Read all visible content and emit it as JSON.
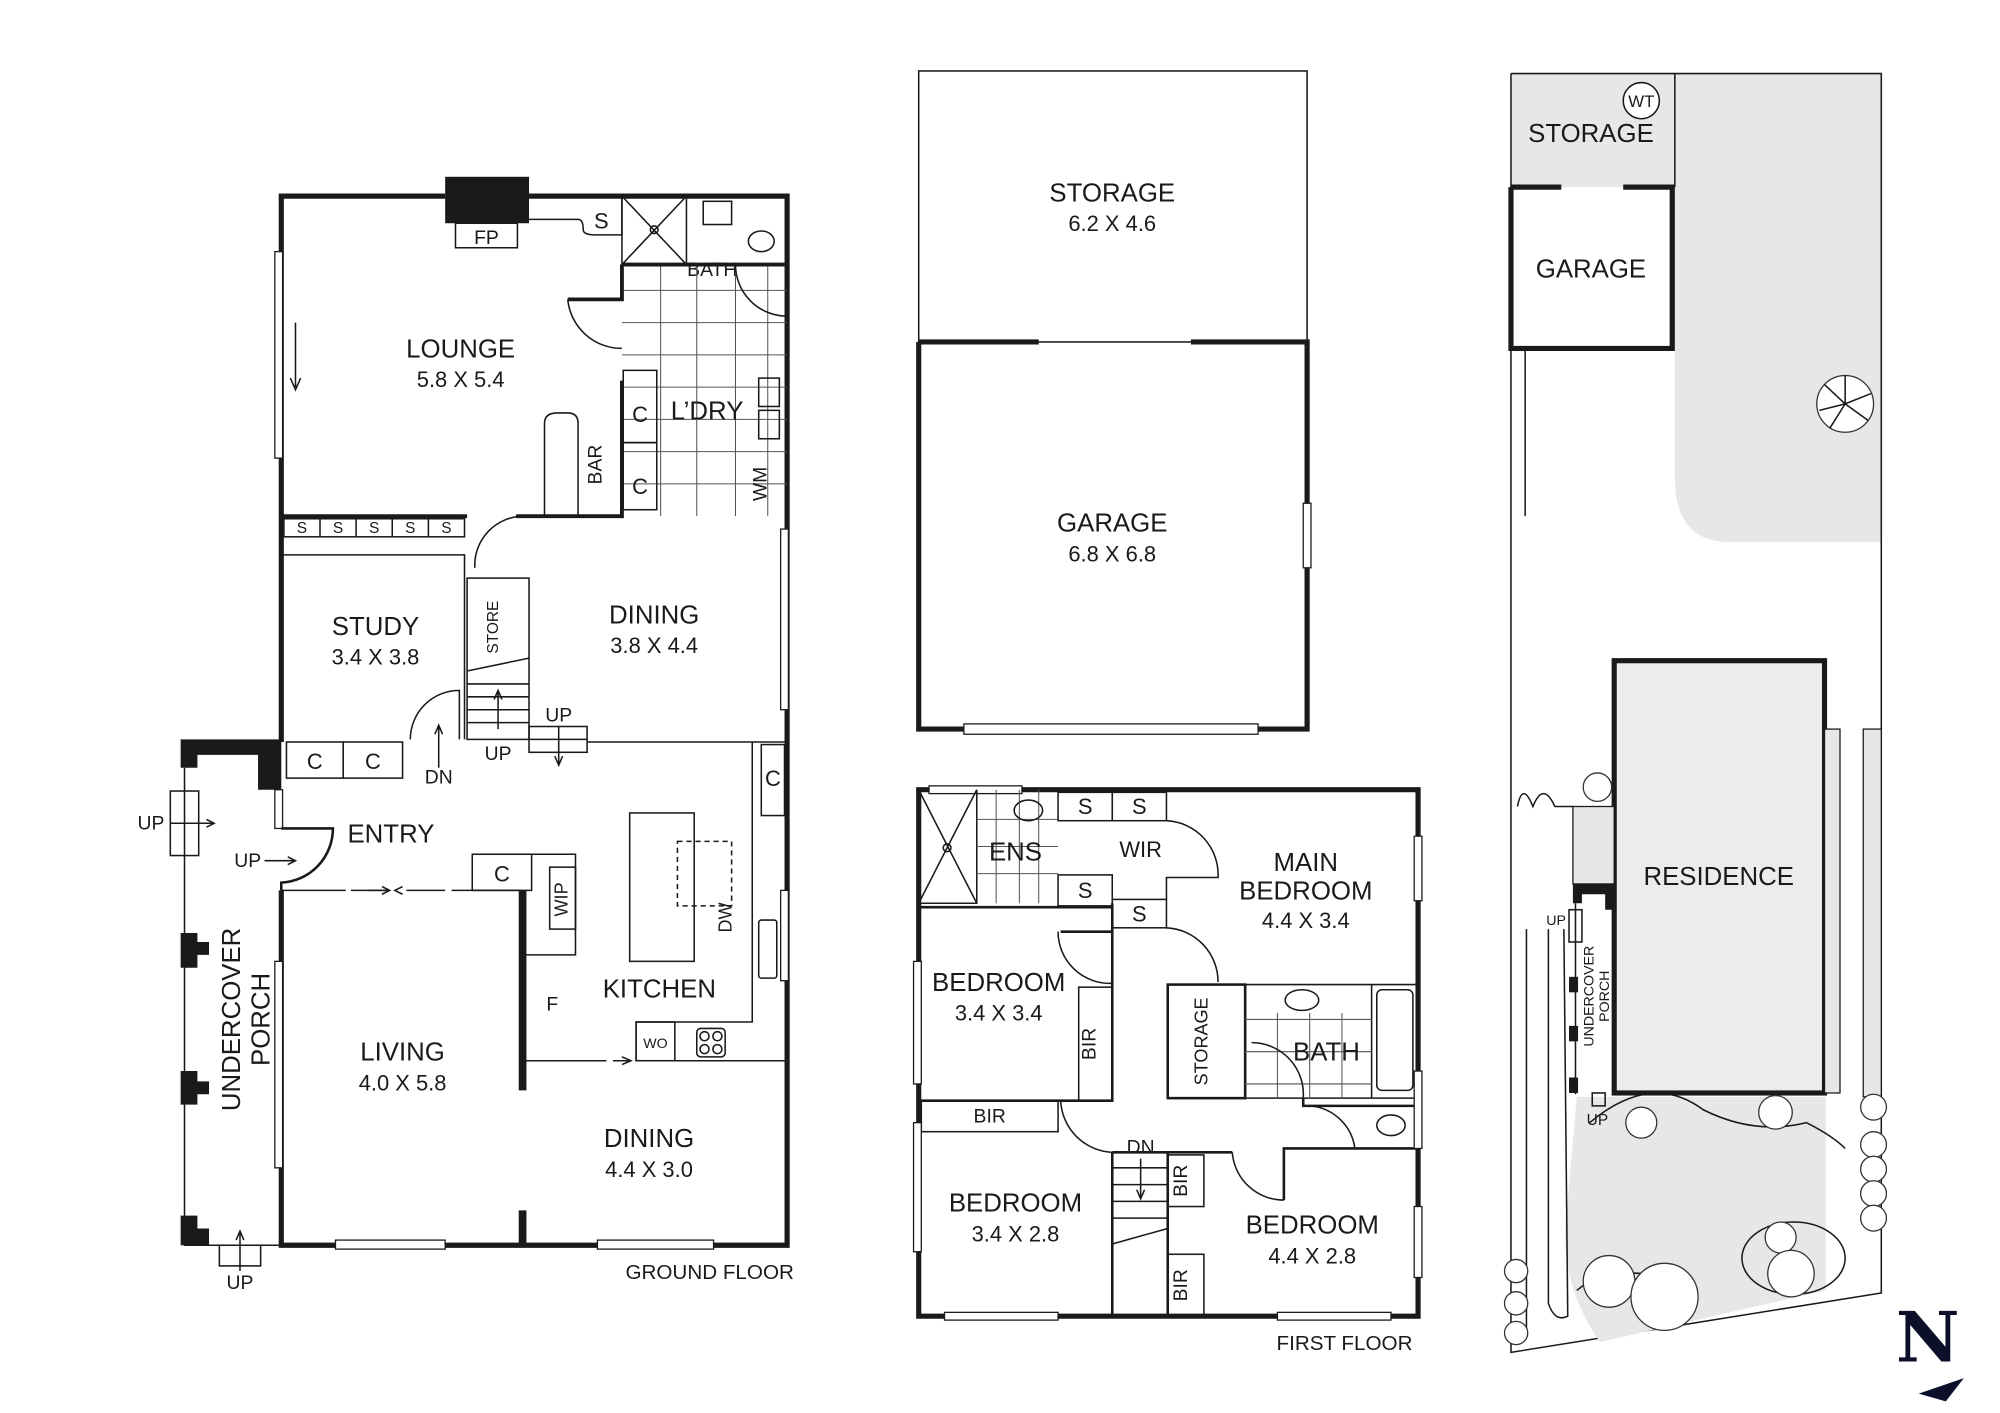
{
  "ground_floor": {
    "title": "GROUND FLOOR",
    "rooms": {
      "lounge": {
        "name": "LOUNGE",
        "dims": "5.8 X 5.4"
      },
      "study": {
        "name": "STUDY",
        "dims": "3.4 X 3.8"
      },
      "dining_upper": {
        "name": "DINING",
        "dims": "3.8 X 4.4"
      },
      "living": {
        "name": "LIVING",
        "dims": "4.0 X 5.8"
      },
      "dining_lower": {
        "name": "DINING",
        "dims": "4.4 X 3.0"
      },
      "kitchen": {
        "name": "KITCHEN"
      },
      "entry": {
        "name": "ENTRY"
      },
      "bath": {
        "name": "BATH"
      },
      "laundry": {
        "name": "L’DRY"
      },
      "store": {
        "name": "STORE"
      },
      "porch": {
        "name": "UNDERCOVER PORCH",
        "line1": "UNDERCOVER",
        "line2": "PORCH"
      }
    },
    "fixtures": {
      "fireplace": "FP",
      "shelf": "S",
      "shelves": [
        "S",
        "S",
        "S",
        "S",
        "S"
      ],
      "bar": "BAR",
      "cupboard": "C",
      "washing_machine": "WM",
      "walk_in_pantry": "WIP",
      "dishwasher": "DW",
      "fridge": "F",
      "wall_oven": "WO"
    },
    "stair_labels": {
      "up": "UP",
      "down": "DN"
    }
  },
  "outbuilding": {
    "storage": {
      "name": "STORAGE",
      "dims": "6.2 X 4.6"
    },
    "garage": {
      "name": "GARAGE",
      "dims": "6.8 X 6.8"
    }
  },
  "first_floor": {
    "title": "FIRST FLOOR",
    "rooms": {
      "ensuite": {
        "name": "ENS"
      },
      "wir": {
        "name": "WIR"
      },
      "main_bedroom": {
        "line1": "MAIN",
        "line2": "BEDROOM",
        "dims": "4.4 X 3.4"
      },
      "bedroom_nw": {
        "name": "BEDROOM",
        "dims": "3.4 X 3.4"
      },
      "bedroom_sw": {
        "name": "BEDROOM",
        "dims": "3.4 X 2.8"
      },
      "bedroom_se": {
        "name": "BEDROOM",
        "dims": "4.4 X 2.8"
      },
      "storage": {
        "name": "STORAGE"
      },
      "bath": {
        "name": "BATH"
      }
    },
    "fixtures": {
      "shelf": "S",
      "bir": "BIR"
    },
    "stair_labels": {
      "down": "DN"
    }
  },
  "site_plan": {
    "storage": "STORAGE",
    "water_tank": "WT",
    "garage": "GARAGE",
    "residence": "RESIDENCE",
    "porch_line1": "UNDERCOVER",
    "porch_line2": "PORCH",
    "up": "UP",
    "fill_color": "#e6e7e9"
  },
  "north_arrow": {
    "label": "N",
    "color": "#0b0f2a"
  }
}
